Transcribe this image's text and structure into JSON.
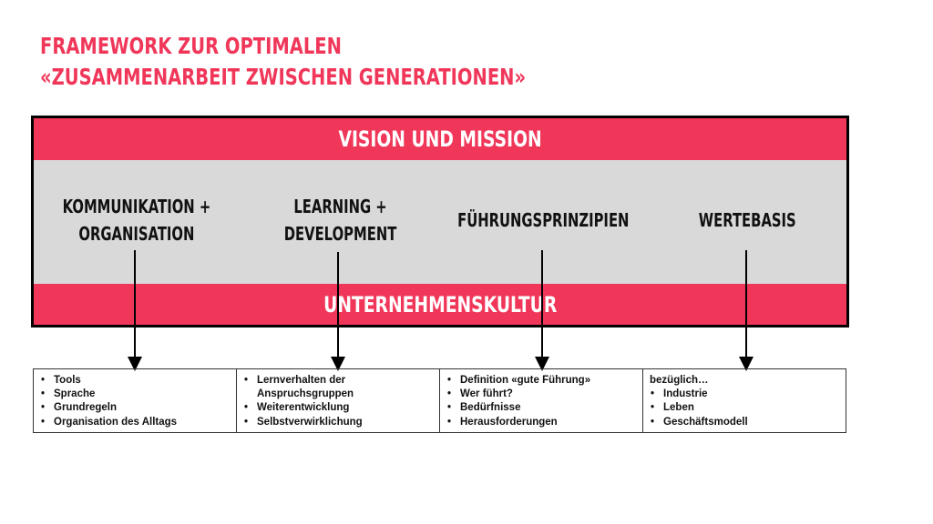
{
  "title": {
    "line1": "Framework zur optimalen",
    "line2": "«Zusammenarbeit zwischen Generationen»"
  },
  "bands": {
    "top": "Vision und Mission",
    "bottom": "Unternehmenskultur"
  },
  "pillars": [
    "Kommunikation +\nOrganisation",
    "Learning +\nDevelopment",
    "Führungsprinzipien",
    "Wertebasis"
  ],
  "boxes": {
    "b1": [
      "Tools",
      "Sprache",
      "Grundregeln",
      "Organisation des Alltags"
    ],
    "b2": [
      "Lernverhalten der",
      "Anspruchsgruppen",
      "Weiterentwicklung",
      "Selbstverwirklichung"
    ],
    "b3": [
      "Definition «gute Führung»",
      "Wer führt?",
      "Bedürfnisse",
      "Herausforderungen"
    ],
    "b4_lead": "bezüglich…",
    "b4": [
      "Industrie",
      "Leben",
      "Geschäftsmodell"
    ]
  },
  "colors": {
    "accent": "#f0375a",
    "panel": "#d9d9d9",
    "border": "#000000"
  }
}
